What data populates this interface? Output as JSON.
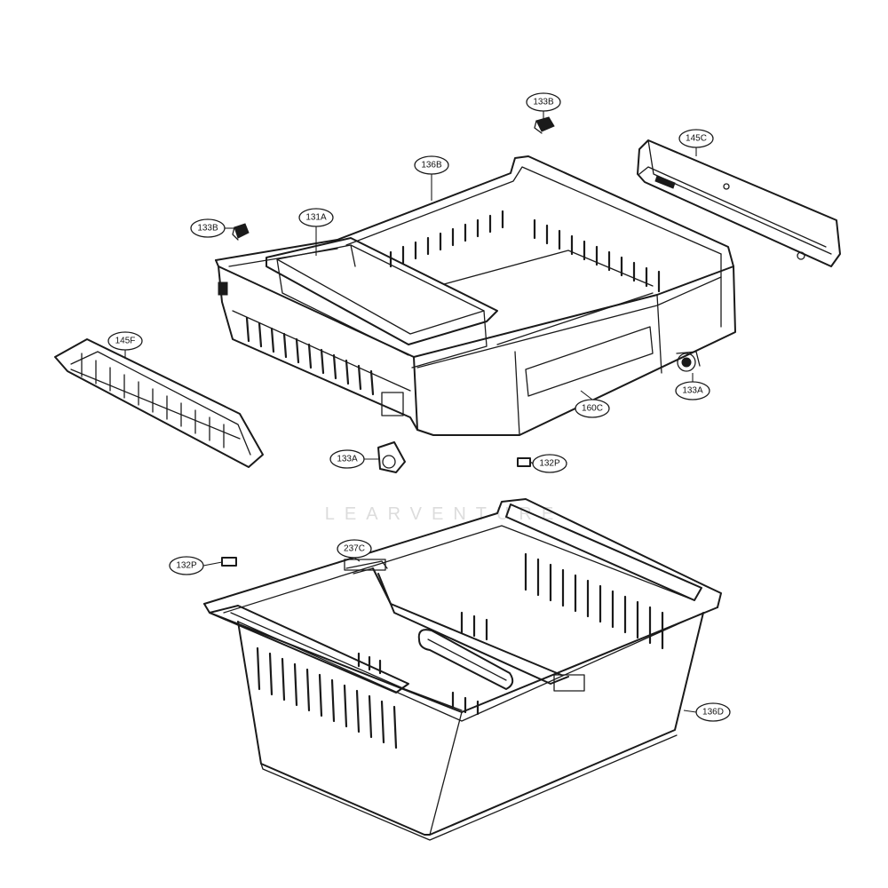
{
  "watermark": "LEARVENTURE",
  "callouts": [
    {
      "id": "c-133b-top",
      "label": "133B",
      "part": "clip"
    },
    {
      "id": "c-145c",
      "label": "145C",
      "part": "rear-rail"
    },
    {
      "id": "c-136b",
      "label": "136B",
      "part": "upper-drawer"
    },
    {
      "id": "c-131a",
      "label": "131A",
      "part": "upper-bin"
    },
    {
      "id": "c-133b-left",
      "label": "133B",
      "part": "clip"
    },
    {
      "id": "c-145f",
      "label": "145F",
      "part": "front-rail"
    },
    {
      "id": "c-133a-right",
      "label": "133A",
      "part": "roller"
    },
    {
      "id": "c-160c",
      "label": "160C",
      "part": "drawer-front"
    },
    {
      "id": "c-133a-left",
      "label": "133A",
      "part": "roller"
    },
    {
      "id": "c-132p-right",
      "label": "132P",
      "part": "stopper"
    },
    {
      "id": "c-237c",
      "label": "237C",
      "part": "divider-guide"
    },
    {
      "id": "c-132p-left",
      "label": "132P",
      "part": "stopper"
    },
    {
      "id": "c-136d",
      "label": "136D",
      "part": "lower-drawer"
    }
  ]
}
